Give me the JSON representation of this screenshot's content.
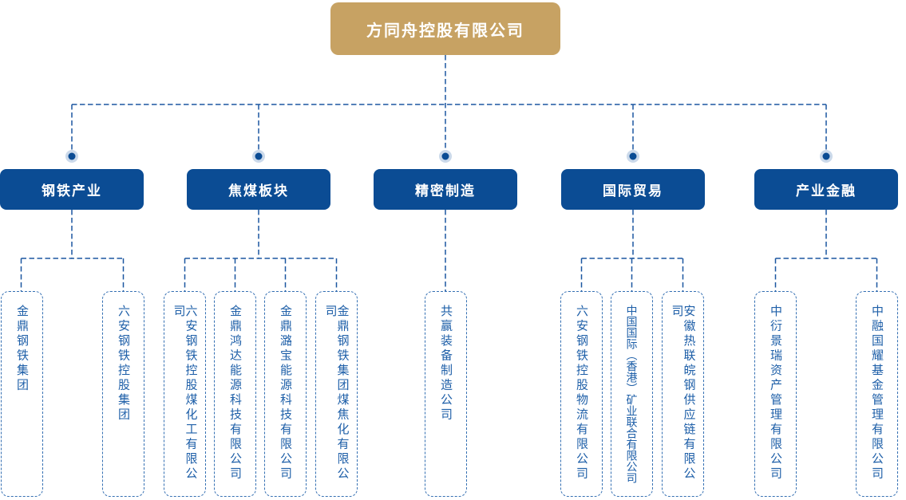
{
  "org_chart": {
    "root": {
      "label": "方同舟控股有限公司"
    },
    "branches": [
      {
        "label": "钢铁产业",
        "children": [
          {
            "label": "金鼎钢铁集团"
          },
          {
            "label": "六安钢铁控股集团"
          }
        ]
      },
      {
        "label": "焦煤板块",
        "children": [
          {
            "label": "六安钢铁控股煤化工有限公司"
          },
          {
            "label": "金鼎鸿达能源科技有限公司"
          },
          {
            "label": "金鼎潞宝能源科技有限公司"
          },
          {
            "label": "金鼎钢铁集团煤焦化有限公司"
          }
        ]
      },
      {
        "label": "精密制造",
        "children": [
          {
            "label": "共赢装备制造公司"
          }
        ]
      },
      {
        "label": "国际贸易",
        "children": [
          {
            "label": "六安钢铁控股物流有限公司"
          },
          {
            "label": "中国国际（香港）矿业联合有限公司"
          },
          {
            "label": "安徽热联皖钢供应链有限公司"
          }
        ]
      },
      {
        "label": "产业金融",
        "children": [
          {
            "label": "中衍景瑞资产管理有限公司"
          },
          {
            "label": "中融国耀基金管理有限公司"
          }
        ]
      }
    ],
    "colors": {
      "root_bg": "#C7A263",
      "branch_bg": "#0B4C94",
      "connector_line": "#1B57A0",
      "child_text": "#1E5FA8",
      "child_border": "#3570B3",
      "node_dot": "#0B4C94",
      "node_dot_halo": "#CBD9EA"
    }
  }
}
